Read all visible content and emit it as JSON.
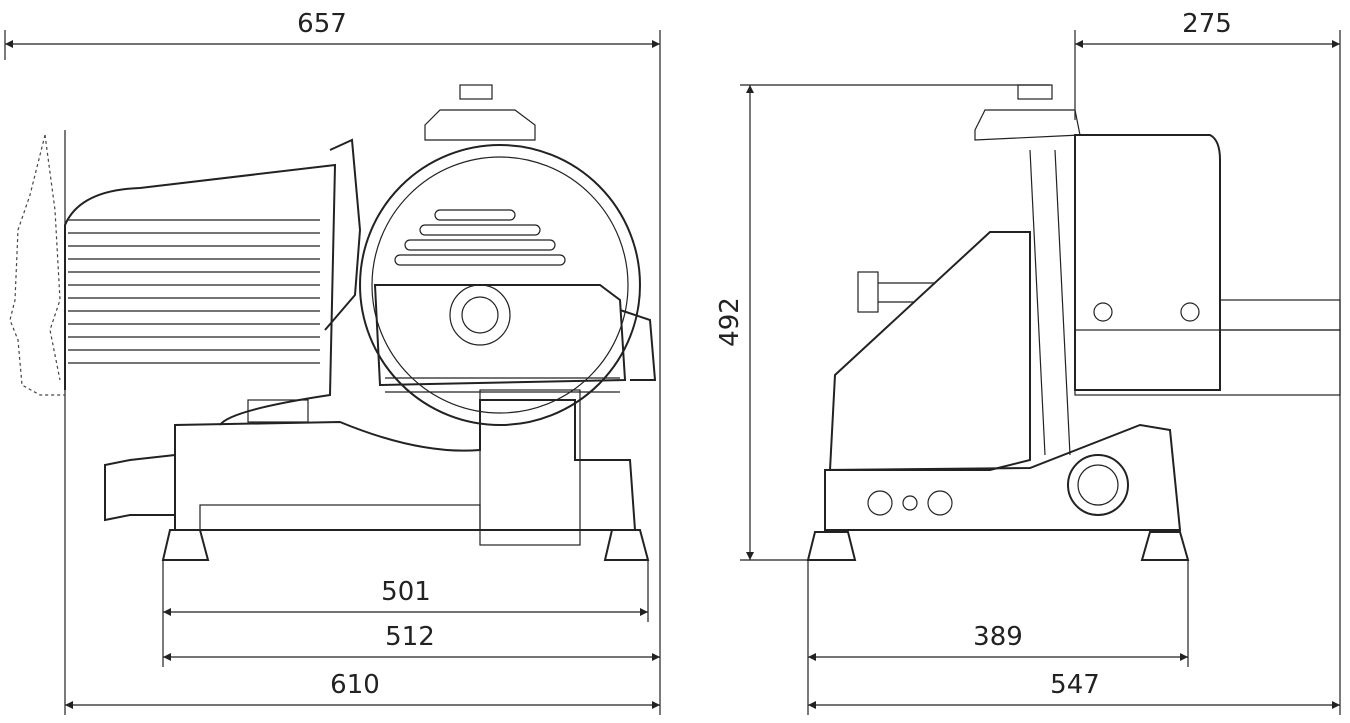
{
  "dimensions": {
    "overall_width_front": "657",
    "depth_top_right": "275",
    "height": "492",
    "feet_span_inner": "501",
    "feet_span_outer": "512",
    "base_width_front": "610",
    "side_feet_span": "389",
    "side_overall_depth": "547"
  }
}
